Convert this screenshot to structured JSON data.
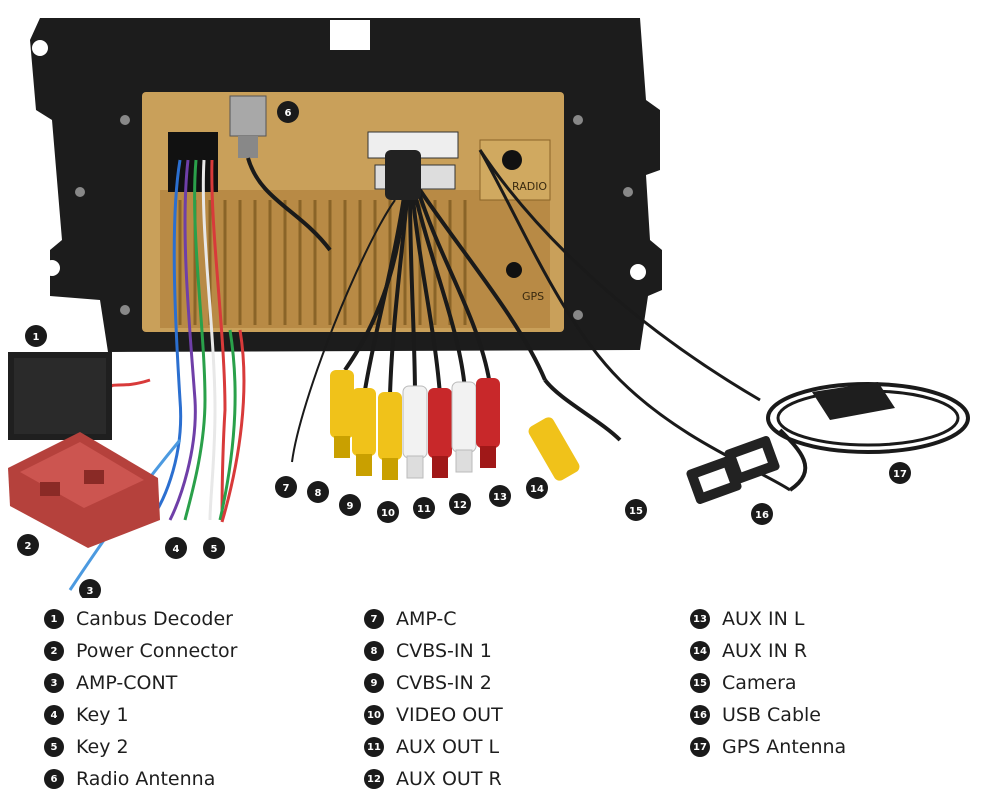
{
  "panel_labels": {
    "radio": "RADIO",
    "gps": "GPS"
  },
  "legend": {
    "col1": [
      {
        "num": "1",
        "label": "Canbus Decoder"
      },
      {
        "num": "2",
        "label": "Power Connector"
      },
      {
        "num": "3",
        "label": "AMP-CONT"
      },
      {
        "num": "4",
        "label": "Key 1"
      },
      {
        "num": "5",
        "label": "Key 2"
      },
      {
        "num": "6",
        "label": "Radio Antenna"
      }
    ],
    "col2": [
      {
        "num": "7",
        "label": "AMP-C"
      },
      {
        "num": "8",
        "label": "CVBS-IN 1"
      },
      {
        "num": "9",
        "label": "CVBS-IN 2"
      },
      {
        "num": "10",
        "label": "VIDEO OUT"
      },
      {
        "num": "11",
        "label": "AUX OUT L"
      },
      {
        "num": "12",
        "label": "AUX OUT R"
      }
    ],
    "col3": [
      {
        "num": "13",
        "label": "AUX IN L"
      },
      {
        "num": "14",
        "label": "AUX IN R"
      },
      {
        "num": "15",
        "label": "Camera"
      },
      {
        "num": "16",
        "label": "USB Cable"
      },
      {
        "num": "17",
        "label": "GPS Antenna"
      }
    ]
  },
  "callouts": {
    "c1": "1",
    "c2": "2",
    "c3": "3",
    "c4": "4",
    "c5": "5",
    "c6": "6",
    "c7": "7",
    "c8": "8",
    "c9": "9",
    "c10": "10",
    "c11": "11",
    "c12": "12",
    "c13": "13",
    "c14": "14",
    "c15": "15",
    "c16": "16",
    "c17": "17"
  },
  "colors": {
    "frame": "#1c1c1c",
    "panel": "#c9a05a",
    "connector_red": "#b5413c",
    "rca_yellow": "#f0c21a",
    "rca_white": "#f2f2f2",
    "rca_red": "#c8282a",
    "cable": "#1a1a1a"
  }
}
